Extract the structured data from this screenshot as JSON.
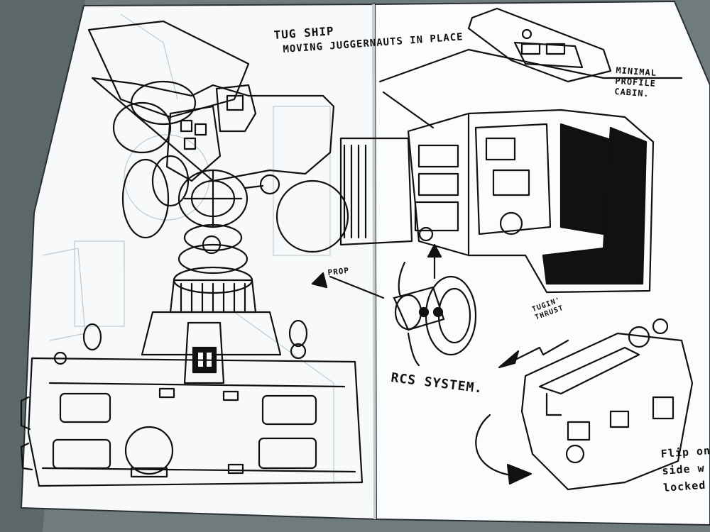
{
  "photo": {
    "subject": "sketchbook",
    "colors": {
      "table": "#6f7b7d",
      "paper": "#fbfcfd",
      "ink": "#111111",
      "pencil": "#b9c5cc"
    }
  },
  "annotations": {
    "title": "TUG SHIP",
    "subtitle": "MOVING JUGGERNAUTS IN PLACE",
    "cabin_note": "MINIMAL\nPROFILE\nCABIN.",
    "prop_label": "PROP",
    "rcs_label": "RCS SYSTEM.",
    "tugin_note": "TUGIN'\nTHRUST",
    "flip_note": "Flip on\nside w\nlocked"
  }
}
